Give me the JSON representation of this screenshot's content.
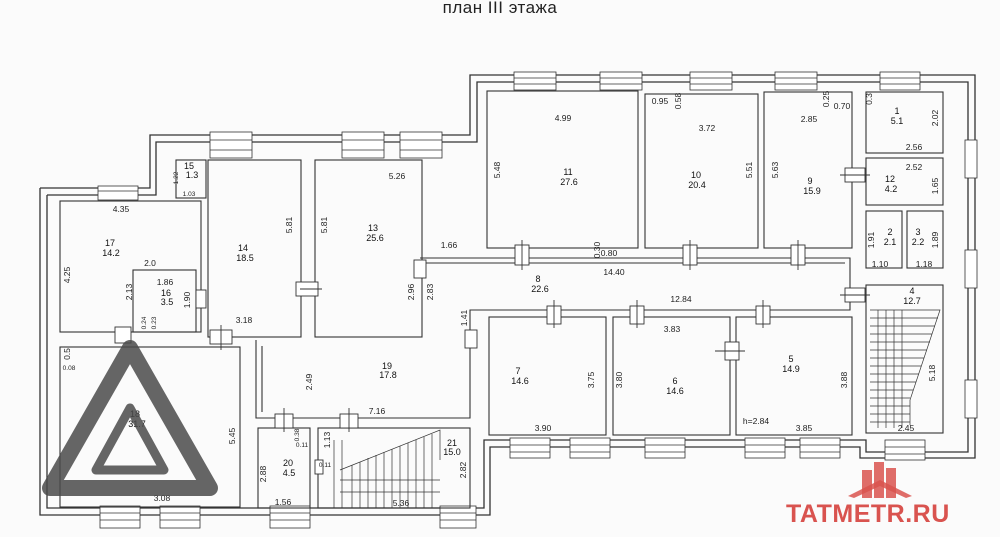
{
  "title": "план III этажа",
  "watermark": "TATMETR.RU",
  "rooms": [
    {
      "num": "1",
      "area": "5.1"
    },
    {
      "num": "2",
      "area": "2.1"
    },
    {
      "num": "3",
      "area": "2.2"
    },
    {
      "num": "4",
      "area": "12.7"
    },
    {
      "num": "5",
      "area": "14.9"
    },
    {
      "num": "6",
      "area": "14.6"
    },
    {
      "num": "7",
      "area": "14.6"
    },
    {
      "num": "8",
      "area": "22.6"
    },
    {
      "num": "9",
      "area": "15.9"
    },
    {
      "num": "10",
      "area": "20.4"
    },
    {
      "num": "11",
      "area": "27.6"
    },
    {
      "num": "12",
      "area": "4.2"
    },
    {
      "num": "13",
      "area": "25.6"
    },
    {
      "num": "14",
      "area": "18.5"
    },
    {
      "num": "15",
      "area": "1.3"
    },
    {
      "num": "16",
      "area": "3.5"
    },
    {
      "num": "17",
      "area": "14.2"
    },
    {
      "num": "18",
      "area": "31.7"
    },
    {
      "num": "19",
      "area": "17.8"
    },
    {
      "num": "20",
      "area": "4.5"
    },
    {
      "num": "21",
      "area": "15.0"
    }
  ],
  "dims": [
    "4.99",
    "3.72",
    "2.85",
    "0.70",
    "0.95",
    "0.58",
    "0.25",
    "0.3",
    "2.02",
    "2.56",
    "2.52",
    "1.65",
    "1.91",
    "1.89",
    "1.10",
    "1.18",
    "5.48",
    "5.51",
    "5.63",
    "0.30",
    "0.80",
    "14.40",
    "12.84",
    "5.26",
    "5.81",
    "5.81",
    "1.66",
    "2.96",
    "2.83",
    "1.41",
    "4.35",
    "4.25",
    "2.0",
    "1.86",
    "2.13",
    "1.90",
    "0.24",
    "0.23",
    "3.18",
    "1.22",
    "1.03",
    "3.83",
    "3.75",
    "3.80",
    "3.88",
    "5.18",
    "3.90",
    "3.85",
    "h=2.84",
    "2.45",
    "2.49",
    "7.16",
    "0.5",
    "0.08",
    "5.45",
    "3.08",
    "0.38",
    "0.11",
    "1.13",
    "0.11",
    "2.88",
    "1.56",
    "5.36",
    "2.82"
  ]
}
